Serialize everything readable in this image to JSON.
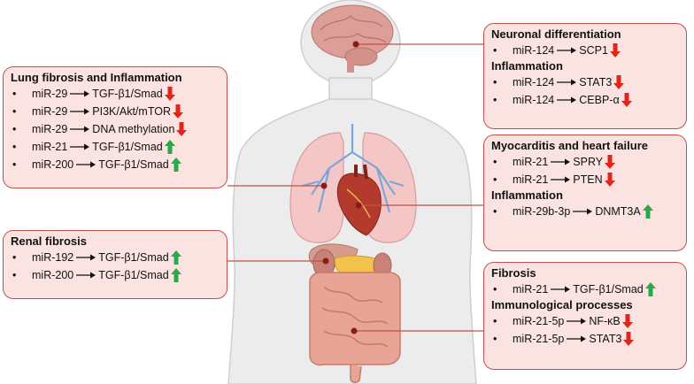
{
  "colors": {
    "box_fill": "#fbe3e1",
    "box_border": "#c0504d",
    "connector": "#c0504d",
    "up_arrow": "#2ca84a",
    "down_arrow": "#e0261b",
    "organ_marker": "#8b1a1a"
  },
  "figure_description": "Human body silhouette showing brain, lungs, heart, kidneys, liver and intestines, with connector lines from organs to labelled boxes",
  "boxes": {
    "lung": {
      "title": "Lung fibrosis and Inflammation",
      "items": [
        {
          "mirna": "miR-29",
          "target": "TGF-β1/Smad",
          "direction": "down"
        },
        {
          "mirna": "miR-29",
          "target": "PI3K/Akt/mTOR",
          "direction": "down"
        },
        {
          "mirna": "miR-29",
          "target": "DNA methylation",
          "direction": "down"
        },
        {
          "mirna": "miR-21",
          "target": "TGF-β1/Smad",
          "direction": "up"
        },
        {
          "mirna": "miR-200",
          "target": "TGF-β1/Smad",
          "direction": "up"
        }
      ]
    },
    "renal": {
      "title": "Renal fibrosis",
      "items": [
        {
          "mirna": "miR-192",
          "target": "TGF-β1/Smad",
          "direction": "up"
        },
        {
          "mirna": "miR-200",
          "target": "TGF-β1/Smad",
          "direction": "up"
        }
      ]
    },
    "neuro": {
      "title": "Neuronal differentiation",
      "items": [
        {
          "mirna": "miR-124",
          "target": "SCP1",
          "direction": "down"
        }
      ],
      "section_title": "Inflammation",
      "section_items": [
        {
          "mirna": "miR-124",
          "target": "STAT3",
          "direction": "down"
        },
        {
          "mirna": "miR-124",
          "target": "CEBP-α",
          "direction": "down"
        }
      ]
    },
    "heart": {
      "title": "Myocarditis and heart failure",
      "items": [
        {
          "mirna": "miR-21",
          "target": "SPRY",
          "direction": "down"
        },
        {
          "mirna": "miR-21",
          "target": "PTEN",
          "direction": "down"
        }
      ],
      "section_title": "Inflammation",
      "section_items": [
        {
          "mirna": "miR-29b-3p",
          "target": "DNMT3A",
          "direction": "up"
        }
      ]
    },
    "fibrosis": {
      "title": "Fibrosis",
      "items": [
        {
          "mirna": "miR-21",
          "target": "TGF-β1/Smad",
          "direction": "up"
        }
      ],
      "section_title": "Immunological processes",
      "section_items": [
        {
          "mirna": "miR-21-5p",
          "target": "NF-κB",
          "direction": "down"
        },
        {
          "mirna": "miR-21-5p",
          "target": "STAT3",
          "direction": "down"
        }
      ]
    }
  }
}
